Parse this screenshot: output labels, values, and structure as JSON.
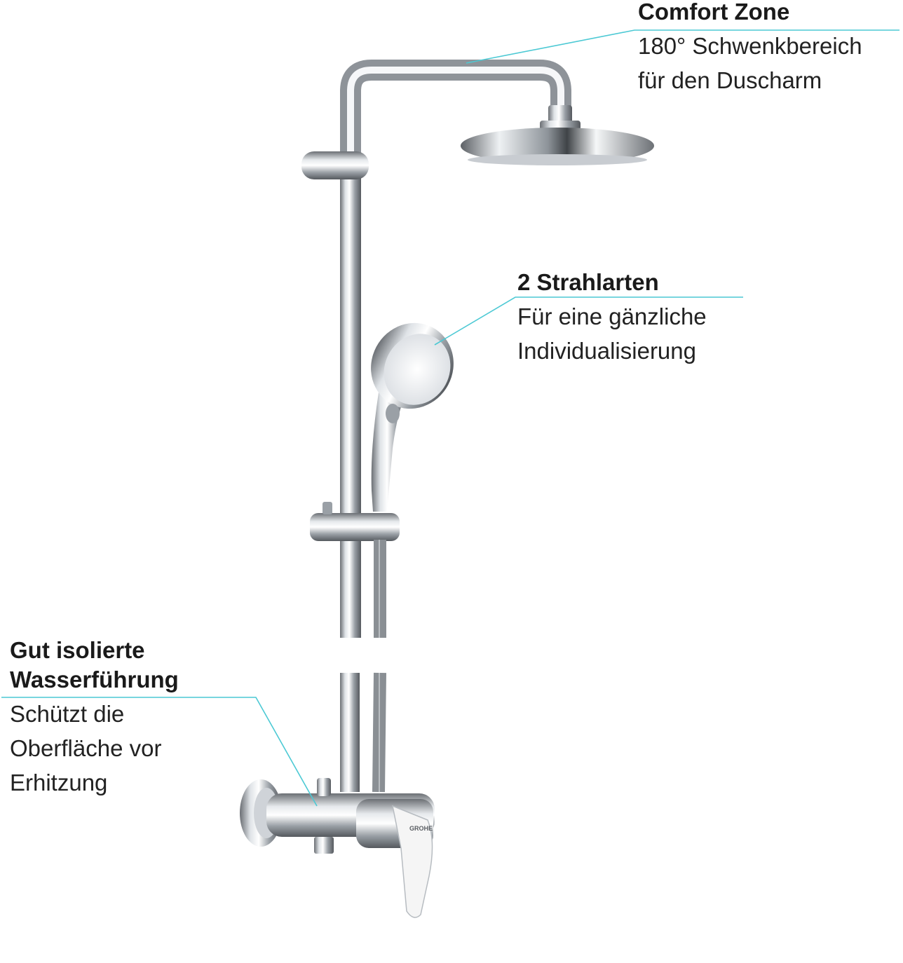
{
  "callouts": {
    "comfort_zone": {
      "title": "Comfort Zone",
      "line1": "180° Schwenkbereich",
      "line2": "für den Duscharm"
    },
    "strahlarten": {
      "title": "2 Strahlarten",
      "line1": "Für eine gänzliche",
      "line2": "Individualisierung"
    },
    "isolierung": {
      "title1": "Gut isolierte",
      "title2": "Wasserführung",
      "line1": "Schützt die",
      "line2": "Oberfläche vor",
      "line3": "Erhitzung"
    }
  },
  "logo_text": "GROHE",
  "colors": {
    "leader_line": "#4cc9d4",
    "chrome_dark": "#6f7378",
    "chrome_light": "#f4f6f8",
    "mixer_handle": "#f5f5f5"
  }
}
